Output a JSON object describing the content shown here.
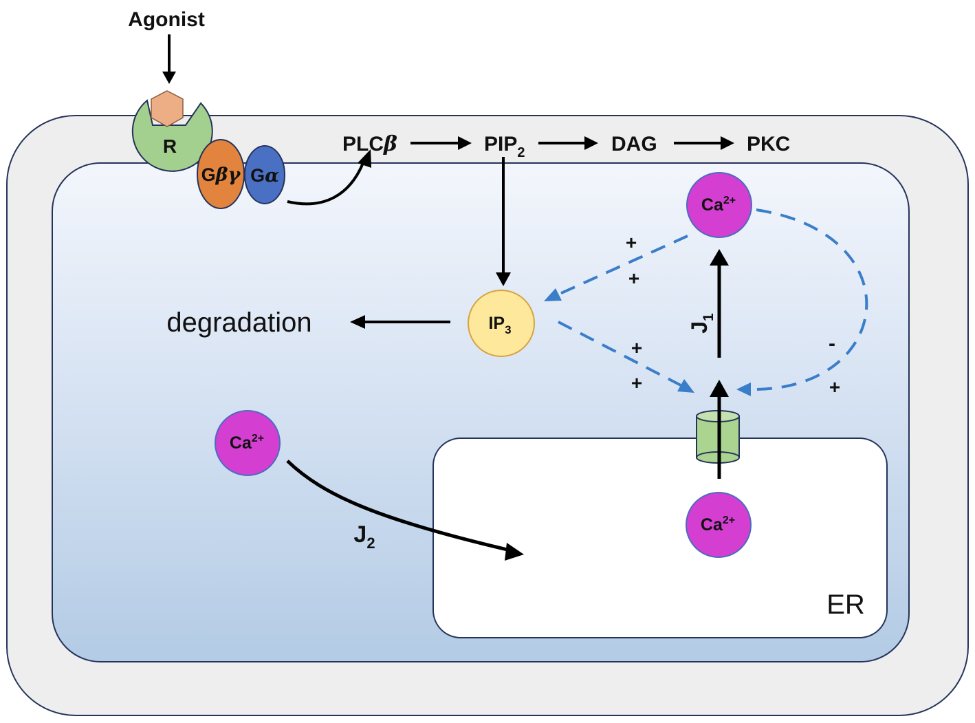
{
  "agonist": "Agonist",
  "receptor": "R",
  "g_beta_gamma": {
    "prefix": "G",
    "greek": "βγ"
  },
  "g_alpha": {
    "prefix": "G",
    "greek": "α"
  },
  "pathway": {
    "plc": {
      "prefix": "PLC",
      "greek": "β"
    },
    "pip2": {
      "base": "PIP",
      "sub": "2"
    },
    "dag": "DAG",
    "pkc": "PKC"
  },
  "ip3": {
    "base": "IP",
    "sub": "3"
  },
  "degradation": "degradation",
  "ca": {
    "base": "Ca",
    "sup": "2+"
  },
  "j1": {
    "base": "J",
    "sub": "1"
  },
  "j2": {
    "base": "J",
    "sub": "2"
  },
  "er": "ER",
  "signs": {
    "plus": "+",
    "minus": "-"
  },
  "colors": {
    "outer_cell": "#eeeeee",
    "cytosol_top": "#eef3fb",
    "cytosol_bottom": "#b3cbe5",
    "receptor": "#a3d08e",
    "agonist": "#eeae85",
    "g_beta_gamma": "#e3843e",
    "g_alpha": "#4a70c4",
    "ip3": "#fde89b",
    "calcium": "#d43fd2",
    "channel": "#aad48f",
    "dashed_arrow": "#3a7dc9"
  }
}
